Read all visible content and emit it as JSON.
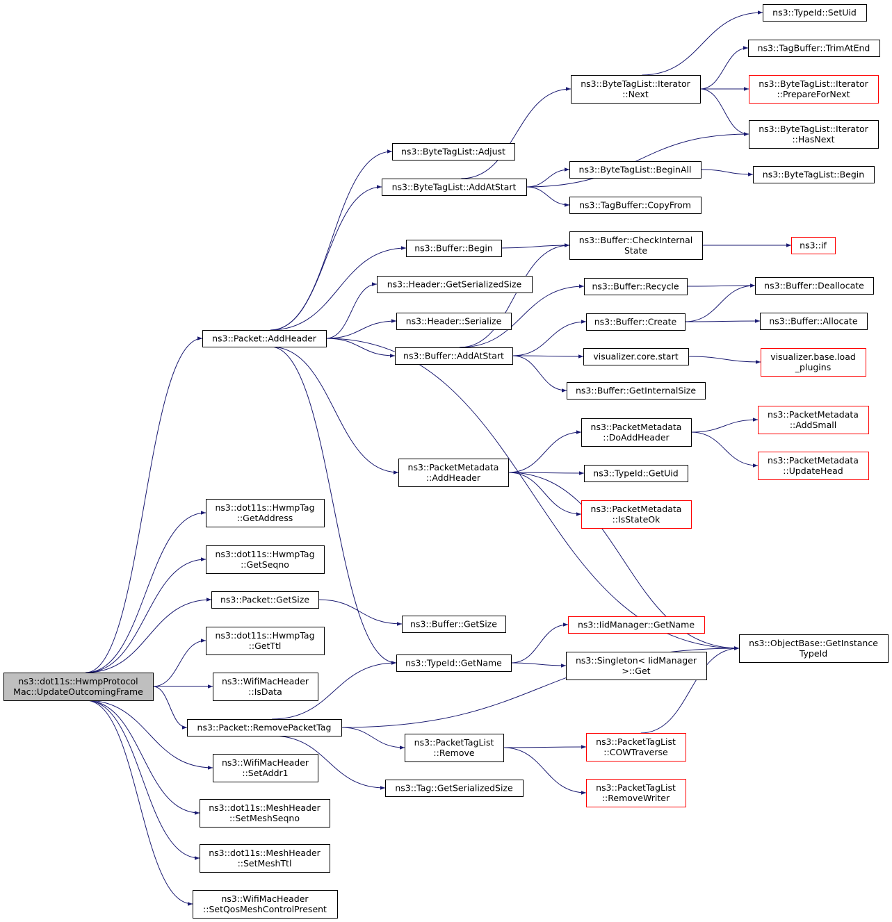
{
  "nodes": [
    {
      "id": "root",
      "lines": [
        "ns3::dot11s::HwmpProtocol",
        "Mac::UpdateOutcomingFrame"
      ],
      "color": "gray"
    },
    {
      "id": "addHeader",
      "lines": [
        "ns3::Packet::AddHeader"
      ],
      "color": "black"
    },
    {
      "id": "hwmpGetAddress",
      "lines": [
        "ns3::dot11s::HwmpTag",
        "::GetAddress"
      ],
      "color": "black"
    },
    {
      "id": "hwmpGetSeqno",
      "lines": [
        "ns3::dot11s::HwmpTag",
        "::GetSeqno"
      ],
      "color": "black"
    },
    {
      "id": "pktGetSize",
      "lines": [
        "ns3::Packet::GetSize"
      ],
      "color": "black"
    },
    {
      "id": "hwmpGetTtl",
      "lines": [
        "ns3::dot11s::HwmpTag",
        "::GetTtl"
      ],
      "color": "black"
    },
    {
      "id": "isData",
      "lines": [
        "ns3::WifiMacHeader",
        "::IsData"
      ],
      "color": "black"
    },
    {
      "id": "removePacketTag",
      "lines": [
        "ns3::Packet::RemovePacketTag"
      ],
      "color": "black"
    },
    {
      "id": "setAddr1",
      "lines": [
        "ns3::WifiMacHeader",
        "::SetAddr1"
      ],
      "color": "black"
    },
    {
      "id": "setMeshSeqno",
      "lines": [
        "ns3::dot11s::MeshHeader",
        "::SetMeshSeqno"
      ],
      "color": "black"
    },
    {
      "id": "setMeshTtl",
      "lines": [
        "ns3::dot11s::MeshHeader",
        "::SetMeshTtl"
      ],
      "color": "black"
    },
    {
      "id": "setQos",
      "lines": [
        "ns3::WifiMacHeader",
        "::SetQosMeshControlPresent"
      ],
      "color": "black"
    },
    {
      "id": "btlAdjust",
      "lines": [
        "ns3::ByteTagList::Adjust"
      ],
      "color": "black"
    },
    {
      "id": "btlAddAtStart",
      "lines": [
        "ns3::ByteTagList::AddAtStart"
      ],
      "color": "black"
    },
    {
      "id": "bufBegin",
      "lines": [
        "ns3::Buffer::Begin"
      ],
      "color": "black"
    },
    {
      "id": "hdrGetSerSize",
      "lines": [
        "ns3::Header::GetSerializedSize"
      ],
      "color": "black"
    },
    {
      "id": "hdrSerialize",
      "lines": [
        "ns3::Header::Serialize"
      ],
      "color": "black"
    },
    {
      "id": "bufAddAtStart",
      "lines": [
        "ns3::Buffer::AddAtStart"
      ],
      "color": "black"
    },
    {
      "id": "pmAddHeader",
      "lines": [
        "ns3::PacketMetadata",
        "::AddHeader"
      ],
      "color": "black"
    },
    {
      "id": "bufGetSize",
      "lines": [
        "ns3::Buffer::GetSize"
      ],
      "color": "black"
    },
    {
      "id": "tidGetName",
      "lines": [
        "ns3::TypeId::GetName"
      ],
      "color": "black"
    },
    {
      "id": "ptlRemove",
      "lines": [
        "ns3::PacketTagList",
        "::Remove"
      ],
      "color": "black"
    },
    {
      "id": "tagGetSerSize",
      "lines": [
        "ns3::Tag::GetSerializedSize"
      ],
      "color": "black"
    },
    {
      "id": "btlItNext",
      "lines": [
        "ns3::ByteTagList::Iterator",
        "::Next"
      ],
      "color": "black"
    },
    {
      "id": "btlBeginAll",
      "lines": [
        "ns3::ByteTagList::BeginAll"
      ],
      "color": "black"
    },
    {
      "id": "tbCopyFrom",
      "lines": [
        "ns3::TagBuffer::CopyFrom"
      ],
      "color": "black"
    },
    {
      "id": "bufCheckInternal",
      "lines": [
        "ns3::Buffer::CheckInternal",
        "State"
      ],
      "color": "black"
    },
    {
      "id": "bufRecycle",
      "lines": [
        "ns3::Buffer::Recycle"
      ],
      "color": "black"
    },
    {
      "id": "bufCreate",
      "lines": [
        "ns3::Buffer::Create"
      ],
      "color": "black"
    },
    {
      "id": "vizCoreStart",
      "lines": [
        "visualizer.core.start"
      ],
      "color": "black"
    },
    {
      "id": "bufGetInternalSize",
      "lines": [
        "ns3::Buffer::GetInternalSize"
      ],
      "color": "black"
    },
    {
      "id": "pmDoAddHeader",
      "lines": [
        "ns3::PacketMetadata",
        "::DoAddHeader"
      ],
      "color": "black"
    },
    {
      "id": "tidGetUid",
      "lines": [
        "ns3::TypeId::GetUid"
      ],
      "color": "black"
    },
    {
      "id": "pmIsStateOk",
      "lines": [
        "ns3::PacketMetadata",
        "::IsStateOk"
      ],
      "color": "red"
    },
    {
      "id": "iidGetName",
      "lines": [
        "ns3::IidManager::GetName"
      ],
      "color": "red"
    },
    {
      "id": "singletonGet",
      "lines": [
        "ns3::Singleton< IidManager",
        ">::Get"
      ],
      "color": "black"
    },
    {
      "id": "ptlCowTraverse",
      "lines": [
        "ns3::PacketTagList",
        "::COWTraverse"
      ],
      "color": "red"
    },
    {
      "id": "ptlRemoveWriter",
      "lines": [
        "ns3::PacketTagList",
        "::RemoveWriter"
      ],
      "color": "red"
    },
    {
      "id": "tidSetUid",
      "lines": [
        "ns3::TypeId::SetUid"
      ],
      "color": "black"
    },
    {
      "id": "tbTrimAtEnd",
      "lines": [
        "ns3::TagBuffer::TrimAtEnd"
      ],
      "color": "black"
    },
    {
      "id": "btlItPrepare",
      "lines": [
        "ns3::ByteTagList::Iterator",
        "::PrepareForNext"
      ],
      "color": "red"
    },
    {
      "id": "btlItHasNext",
      "lines": [
        "ns3::ByteTagList::Iterator",
        "::HasNext"
      ],
      "color": "black"
    },
    {
      "id": "btlBegin",
      "lines": [
        "ns3::ByteTagList::Begin"
      ],
      "color": "black"
    },
    {
      "id": "ns3if",
      "lines": [
        "ns3::if"
      ],
      "color": "red"
    },
    {
      "id": "bufDeallocate",
      "lines": [
        "ns3::Buffer::Deallocate"
      ],
      "color": "black"
    },
    {
      "id": "bufAllocate",
      "lines": [
        "ns3::Buffer::Allocate"
      ],
      "color": "black"
    },
    {
      "id": "vizLoadPlugins",
      "lines": [
        "visualizer.base.load",
        "_plugins"
      ],
      "color": "red"
    },
    {
      "id": "pmAddSmall",
      "lines": [
        "ns3::PacketMetadata",
        "::AddSmall"
      ],
      "color": "red"
    },
    {
      "id": "pmUpdateHead",
      "lines": [
        "ns3::PacketMetadata",
        "::UpdateHead"
      ],
      "color": "red"
    },
    {
      "id": "objGetInstanceTypeId",
      "lines": [
        "ns3::ObjectBase::GetInstance",
        "TypeId"
      ],
      "color": "black"
    }
  ],
  "edges": [
    [
      "root",
      "addHeader"
    ],
    [
      "root",
      "hwmpGetAddress"
    ],
    [
      "root",
      "hwmpGetSeqno"
    ],
    [
      "root",
      "pktGetSize"
    ],
    [
      "root",
      "hwmpGetTtl"
    ],
    [
      "root",
      "isData"
    ],
    [
      "root",
      "removePacketTag"
    ],
    [
      "root",
      "setAddr1"
    ],
    [
      "root",
      "setMeshSeqno"
    ],
    [
      "root",
      "setMeshTtl"
    ],
    [
      "root",
      "setQos"
    ],
    [
      "addHeader",
      "btlAdjust"
    ],
    [
      "addHeader",
      "btlAddAtStart"
    ],
    [
      "addHeader",
      "bufBegin"
    ],
    [
      "addHeader",
      "hdrGetSerSize"
    ],
    [
      "addHeader",
      "hdrSerialize"
    ],
    [
      "addHeader",
      "bufAddAtStart"
    ],
    [
      "addHeader",
      "pmAddHeader"
    ],
    [
      "addHeader",
      "tidGetName"
    ],
    [
      "addHeader",
      "objGetInstanceTypeId"
    ],
    [
      "btlAddAtStart",
      "btlItNext"
    ],
    [
      "btlAddAtStart",
      "btlItHasNext"
    ],
    [
      "btlAddAtStart",
      "btlBeginAll"
    ],
    [
      "btlAddAtStart",
      "tbCopyFrom"
    ],
    [
      "btlItNext",
      "tidSetUid"
    ],
    [
      "btlItNext",
      "tbTrimAtEnd"
    ],
    [
      "btlItNext",
      "btlItPrepare"
    ],
    [
      "btlItNext",
      "btlItHasNext"
    ],
    [
      "btlBeginAll",
      "btlBegin"
    ],
    [
      "bufBegin",
      "bufCheckInternal"
    ],
    [
      "bufCheckInternal",
      "ns3if"
    ],
    [
      "bufAddAtStart",
      "bufCheckInternal"
    ],
    [
      "bufAddAtStart",
      "bufRecycle"
    ],
    [
      "bufAddAtStart",
      "bufCreate"
    ],
    [
      "bufAddAtStart",
      "vizCoreStart"
    ],
    [
      "bufAddAtStart",
      "bufGetInternalSize"
    ],
    [
      "bufRecycle",
      "bufDeallocate"
    ],
    [
      "bufCreate",
      "bufDeallocate"
    ],
    [
      "bufCreate",
      "bufAllocate"
    ],
    [
      "vizCoreStart",
      "vizLoadPlugins"
    ],
    [
      "pmAddHeader",
      "pmDoAddHeader"
    ],
    [
      "pmAddHeader",
      "tidGetUid"
    ],
    [
      "pmAddHeader",
      "pmIsStateOk"
    ],
    [
      "pmAddHeader",
      "objGetInstanceTypeId"
    ],
    [
      "pmDoAddHeader",
      "pmAddSmall"
    ],
    [
      "pmDoAddHeader",
      "pmUpdateHead"
    ],
    [
      "pktGetSize",
      "bufGetSize"
    ],
    [
      "tidGetName",
      "iidGetName"
    ],
    [
      "tidGetName",
      "singletonGet"
    ],
    [
      "removePacketTag",
      "tidGetName"
    ],
    [
      "removePacketTag",
      "objGetInstanceTypeId"
    ],
    [
      "removePacketTag",
      "ptlRemove"
    ],
    [
      "removePacketTag",
      "tagGetSerSize"
    ],
    [
      "ptlRemove",
      "ptlCowTraverse"
    ],
    [
      "ptlRemove",
      "ptlRemoveWriter"
    ],
    [
      "ptlCowTraverse",
      "objGetInstanceTypeId"
    ]
  ],
  "colors": {
    "edge": "#191970",
    "box_border": "#000000",
    "red_border": "#ff0000",
    "root_fill": "#bfbfbf"
  }
}
